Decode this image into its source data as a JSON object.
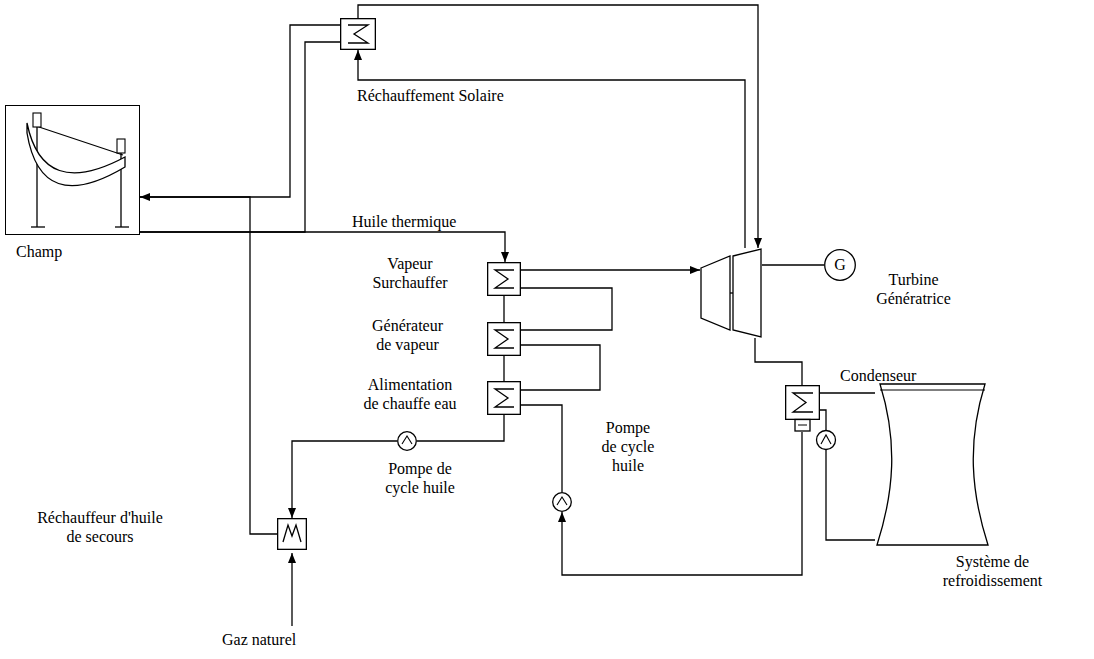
{
  "diagram": {
    "nodes": [
      {
        "text": [
          "Champ"
        ]
      },
      {
        "text": [
          "Réchauffement Solaire"
        ]
      },
      {
        "text": [
          "Vapeur Surchauffer"
        ]
      },
      {
        "text": [
          "Générateur de vapeur"
        ]
      },
      {
        "text": [
          "Alimentation de chauffe eau"
        ]
      },
      {
        "text": [
          "Pompe de cycle huile"
        ]
      },
      {
        "text": [
          "Pompe de cycle huile"
        ]
      },
      {
        "text": [
          "Turbine Génératrice"
        ]
      },
      {
        "text": [
          "G"
        ]
      },
      {
        "text": [
          "Condenseur"
        ]
      },
      {
        "text": [
          "Système de refroidissement"
        ]
      },
      {
        "text": [
          "Réchauffeur d'huile de secours"
        ]
      }
    ],
    "edges": [
      {
        "from": 0,
        "to": 2,
        "arrow": "to"
      },
      {
        "from": 0,
        "to": 1,
        "arrow": "none"
      },
      {
        "from": 1,
        "to": 0,
        "arrow": "none"
      },
      {
        "from": 1,
        "to": 7,
        "arrow": "to"
      },
      {
        "from": 7,
        "to": 1,
        "arrow": "to"
      },
      {
        "from": 2,
        "to": 3,
        "arrow": "none"
      },
      {
        "from": 3,
        "to": 4,
        "arrow": "none"
      },
      {
        "from": 4,
        "to": 5,
        "arrow": "none"
      },
      {
        "from": 5,
        "to": 11,
        "arrow": "to"
      },
      {
        "from": 11,
        "to": 0,
        "arrow": "to"
      },
      {
        "from": 2,
        "to": 7,
        "arrow": "to"
      },
      {
        "from": 3,
        "to": 2,
        "arrow": "none"
      },
      {
        "from": 4,
        "to": 3,
        "arrow": "none"
      },
      {
        "from": 6,
        "to": 4,
        "arrow": "none"
      },
      {
        "from": 7,
        "to": 8,
        "arrow": "none"
      },
      {
        "from": 7,
        "to": 9,
        "arrow": "none"
      },
      {
        "from": 9,
        "to": 6,
        "arrow": "to"
      },
      {
        "from": 9,
        "to": 10,
        "arrow": "none"
      },
      {
        "from": 9,
        "to": 10,
        "arrow": "none"
      }
    ],
    "labels": [
      "Huile thermique",
      "Gaz naturel"
    ]
  }
}
